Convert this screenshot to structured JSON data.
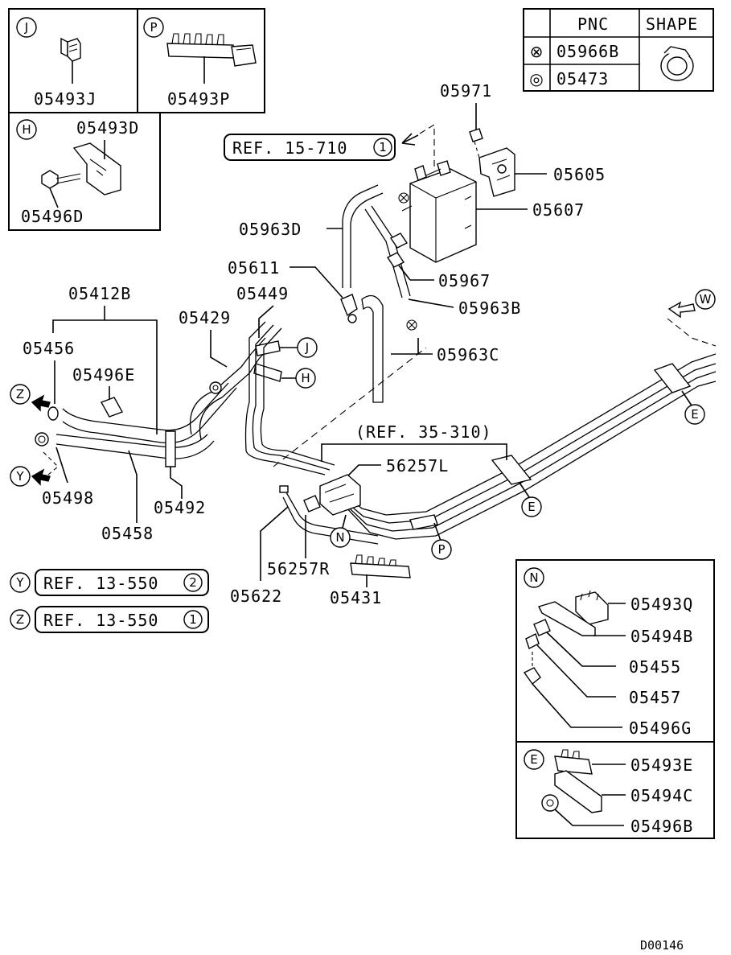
{
  "diagram_id": "D00146",
  "legend_table": {
    "headers": [
      "PNC",
      "SHAPE"
    ],
    "rows": [
      {
        "symbol": "⊗",
        "pnc": "05966B"
      },
      {
        "symbol": "◎",
        "pnc": "05473"
      }
    ]
  },
  "insets": {
    "J": {
      "letter": "J",
      "parts": [
        "05493J"
      ]
    },
    "P": {
      "letter": "P",
      "parts": [
        "05493P"
      ]
    },
    "H": {
      "letter": "H",
      "parts": [
        "05493D",
        "05496D"
      ]
    },
    "N": {
      "letter": "N",
      "parts": [
        "05493Q",
        "05494B",
        "05455",
        "05457",
        "05496G"
      ]
    },
    "E": {
      "letter": "E",
      "parts": [
        "05493E",
        "05494C",
        "05496B"
      ]
    }
  },
  "references": {
    "ref_15_710": {
      "text": "REF. 15-710",
      "num": "1"
    },
    "ref_35_310": {
      "text": "(REF. 35-310)"
    },
    "ref_y": {
      "letter": "Y",
      "text": "REF. 13-550",
      "num": "2"
    },
    "ref_z": {
      "letter": "Z",
      "text": "REF. 13-550",
      "num": "1"
    }
  },
  "callout_letters": {
    "w": "W",
    "z": "Z",
    "y": "Y",
    "j": "J",
    "h": "H",
    "n": "N",
    "p": "P",
    "e1": "E",
    "e2": "E"
  },
  "part_labels": {
    "p05971": "05971",
    "p05605": "05605",
    "p05607": "05607",
    "p05963D": "05963D",
    "p05967": "05967",
    "p05611": "05611",
    "p05963B": "05963B",
    "p05412B": "05412B",
    "p05449": "05449",
    "p05429": "05429",
    "p05963C": "05963C",
    "p05456": "05456",
    "p05496E": "05496E",
    "p05498": "05498",
    "p05492": "05492",
    "p05458": "05458",
    "p56257L": "56257L",
    "p56257R": "56257R",
    "p05622": "05622",
    "p05431": "05431"
  }
}
